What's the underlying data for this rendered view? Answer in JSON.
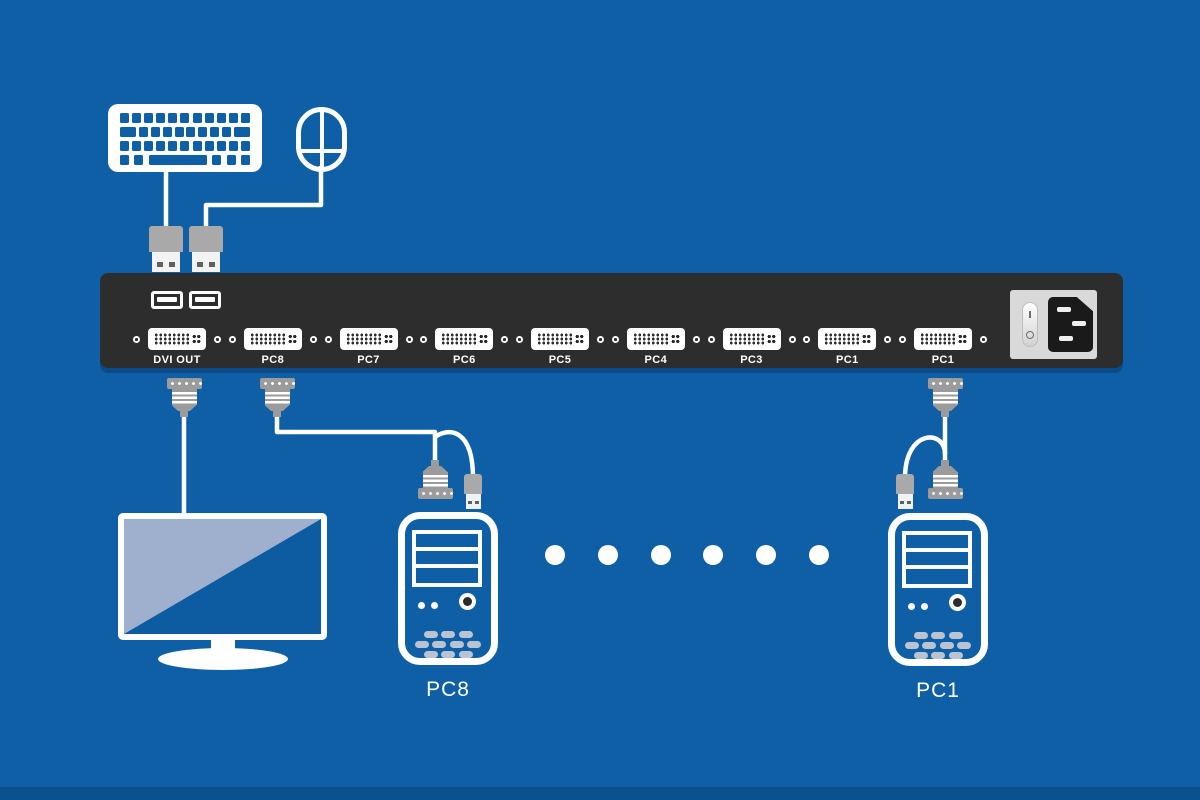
{
  "diagram": {
    "kvm": {
      "port_labels": [
        "DVI OUT",
        "PC8",
        "PC7",
        "PC6",
        "PC5",
        "PC4",
        "PC3",
        "PC1",
        "PC1"
      ],
      "usb_port_count": 2,
      "power_switch_marks": {
        "on": "I",
        "off": "O"
      }
    },
    "computers": [
      {
        "label": "PC8"
      },
      {
        "label": "PC1"
      }
    ],
    "ellipsis_dot_count": 6,
    "colors": {
      "background": "#0e5fa6",
      "kvm_panel": "#2d2d2e",
      "monitor_screen_light": "#9fb0cf",
      "connector_gray": "#9b9b9b",
      "usb_body_gray": "#a9a9a9",
      "vent_gray": "#b9c3d1",
      "white": "#ffffff"
    }
  }
}
